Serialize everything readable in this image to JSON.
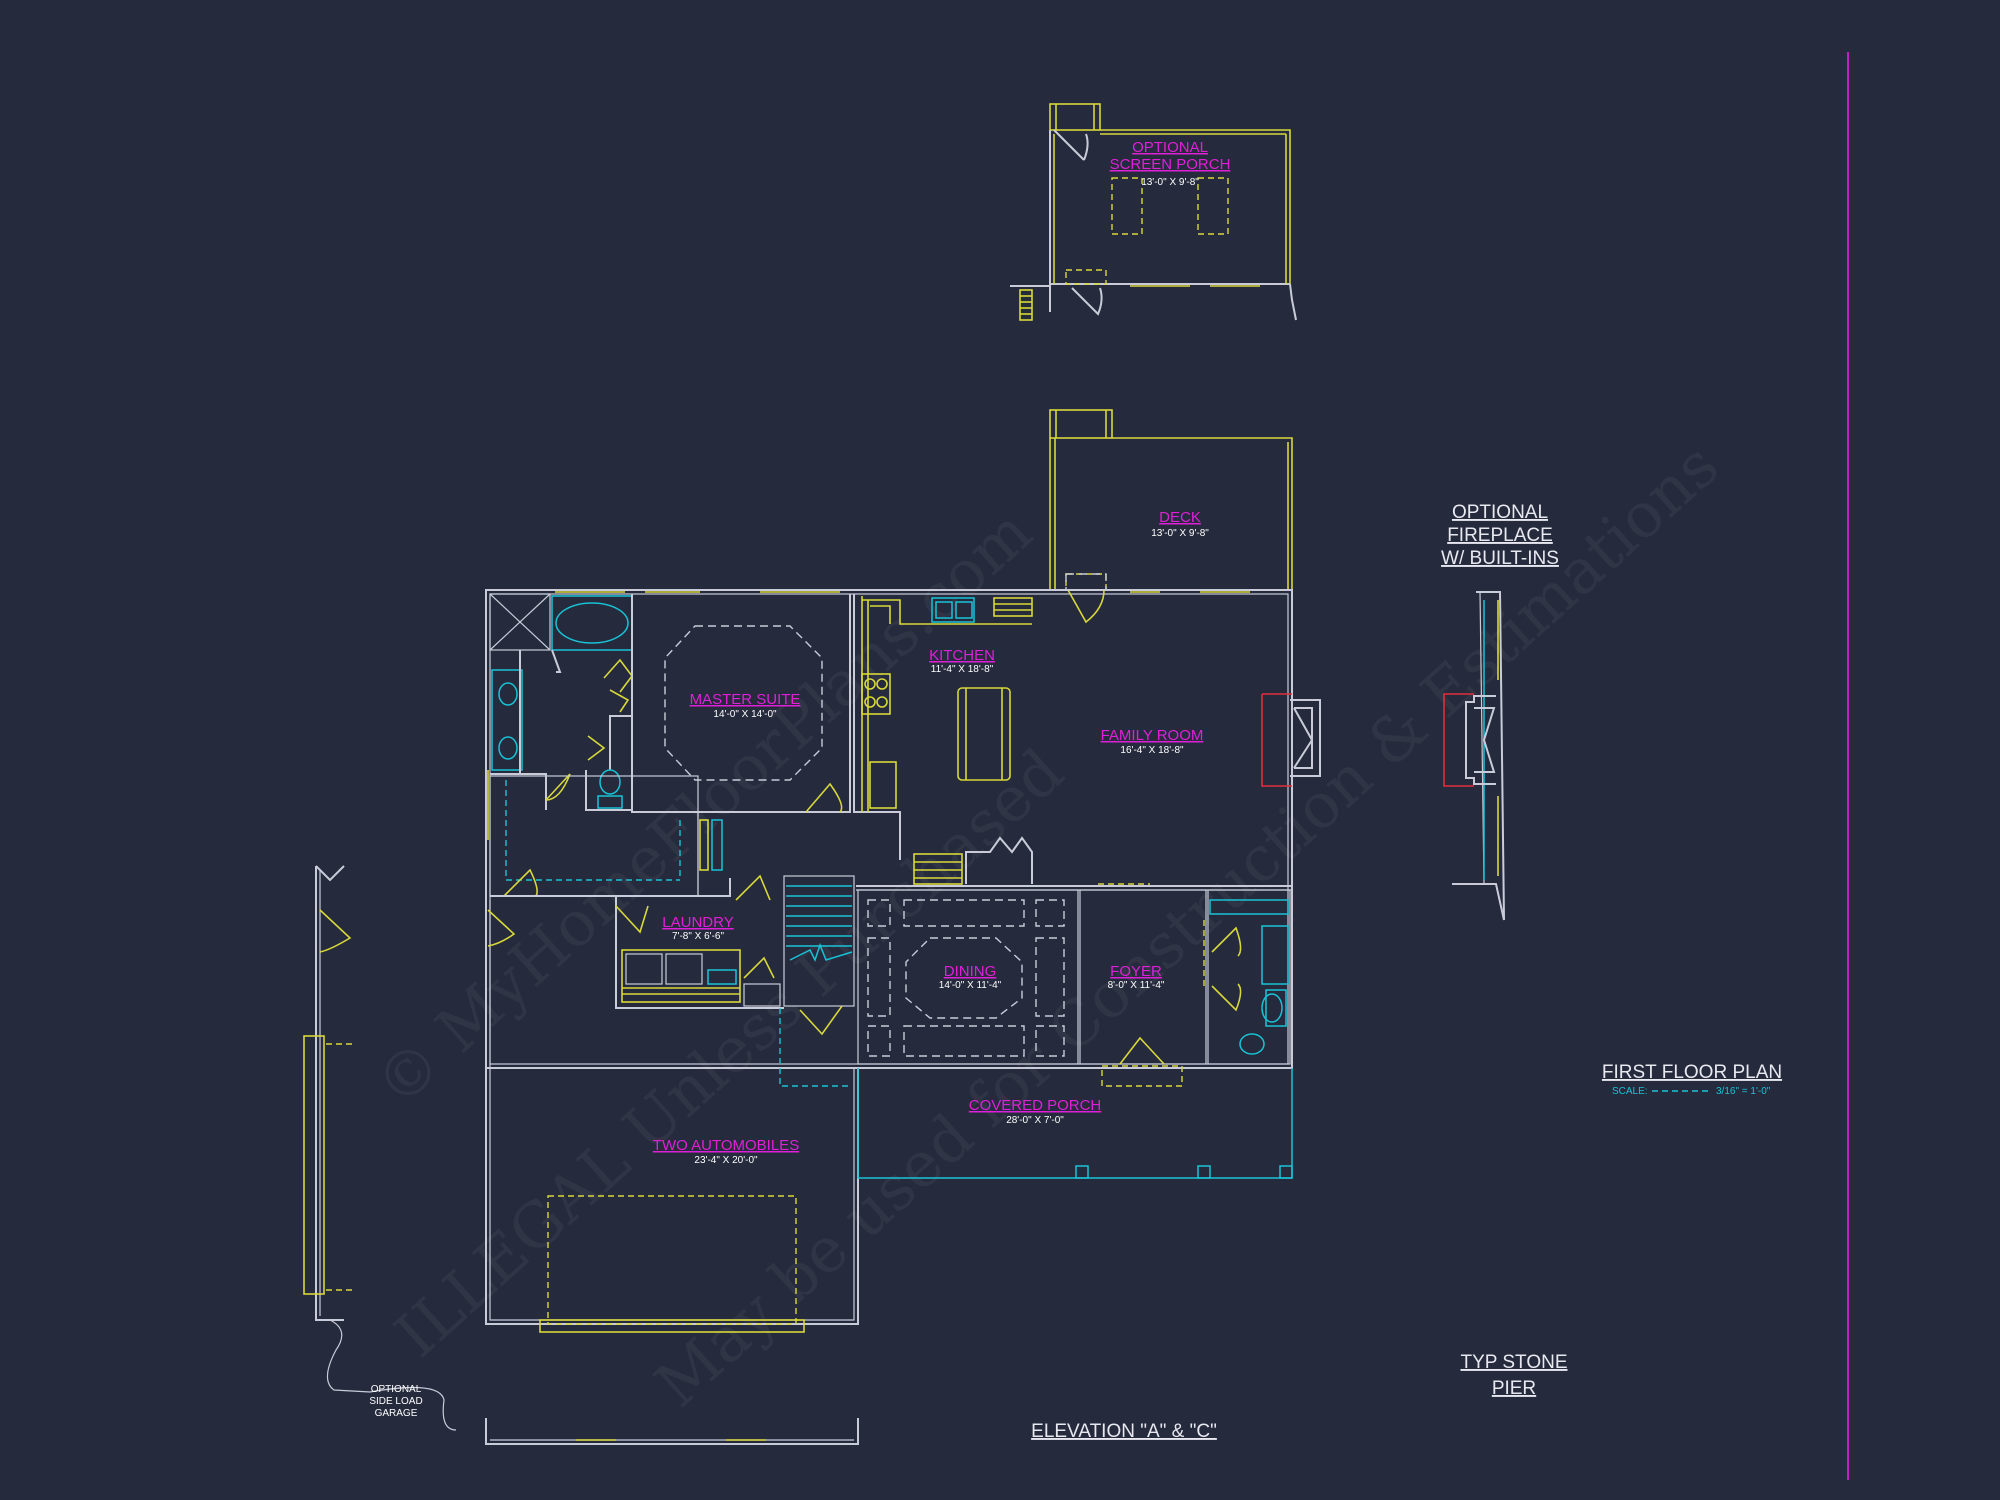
{
  "watermark": {
    "line1": "© MyHomeFloorPlans.com",
    "line2": "ILLEGAL Unless Purchased",
    "line3": "May be used for Construction & Estimations"
  },
  "rooms": {
    "screen_porch": {
      "name_line1": "OPTIONAL",
      "name_line2": "SCREEN PORCH",
      "dims": "13'-0\" X 9'-8\""
    },
    "deck": {
      "name": "DECK",
      "dims": "13'-0\" X 9'-8\""
    },
    "kitchen": {
      "name": "KITCHEN",
      "dims": "11'-4\" X 18'-8\""
    },
    "master_suite": {
      "name": "MASTER SUITE",
      "dims": "14'-0\" X 14'-0\""
    },
    "family_room": {
      "name": "FAMILY ROOM",
      "dims": "16'-4\" X 18'-8\""
    },
    "laundry": {
      "name": "LAUNDRY",
      "dims": "7'-8\" X 6'-6\""
    },
    "dining": {
      "name": "DINING",
      "dims": "14'-0\" X 11'-4\""
    },
    "foyer": {
      "name": "FOYER",
      "dims": "8'-0\" X 11'-4\""
    },
    "covered_porch": {
      "name": "COVERED PORCH",
      "dims": "28'-0\" X 7'-0\""
    },
    "garage": {
      "name": "TWO AUTOMOBILES",
      "dims": "23'-4\" X 20'-0\""
    }
  },
  "notes": {
    "optional_fireplace": [
      "OPTIONAL",
      "FIREPLACE",
      "W/ BUILT-INS"
    ],
    "first_floor_plan": "FIRST FLOOR PLAN",
    "scale_label": "SCALE:",
    "scale_value": "3/16\" = 1'-0\"",
    "typ_stone_pier": [
      "TYP STONE",
      "PIER"
    ],
    "elevation": "ELEVATION \"A\" & \"C\"",
    "side_load_garage": [
      "OPTIONAL",
      "SIDE LOAD",
      "GARAGE"
    ]
  },
  "colors": {
    "background": "#252a3c",
    "walls": "#c9ccd8",
    "windows": "#d8d83a",
    "fixtures": "#19c3d6",
    "labels": "#e020d8",
    "fireplace": "#e0303a"
  }
}
